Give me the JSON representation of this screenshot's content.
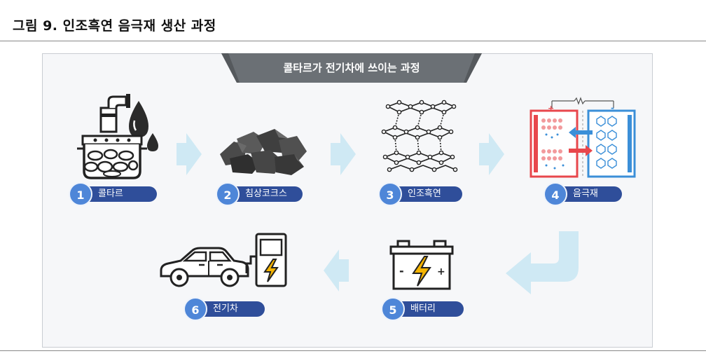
{
  "figure_title": "그림 9. 인조흑연 음극재 생산 과정",
  "banner_title": "콜타르가 전기차에 쓰이는 과정",
  "steps": [
    {
      "num": "1",
      "label": "콜타르"
    },
    {
      "num": "2",
      "label": "침상코크스"
    },
    {
      "num": "3",
      "label": "인조흑연"
    },
    {
      "num": "4",
      "label": "음극재"
    },
    {
      "num": "5",
      "label": "배터리"
    },
    {
      "num": "6",
      "label": "전기차"
    }
  ],
  "battery_symbols": {
    "minus": "-",
    "plus": "+"
  },
  "electrode_symbols": {
    "plus": "+",
    "minus": "-"
  },
  "colors": {
    "step_pill": "#2f4e9a",
    "step_number": "#4e86d8",
    "arrow": "#cfe9f4",
    "banner": "#6b7075",
    "cathode_red": "#e8474c",
    "anode_blue": "#3b8fd8"
  },
  "icons": [
    "oil-tank-icon",
    "coke-rocks-icon",
    "graphite-lattice-icon",
    "electrode-cell-icon",
    "car-battery-icon",
    "electric-car-icon",
    "charger-icon"
  ]
}
